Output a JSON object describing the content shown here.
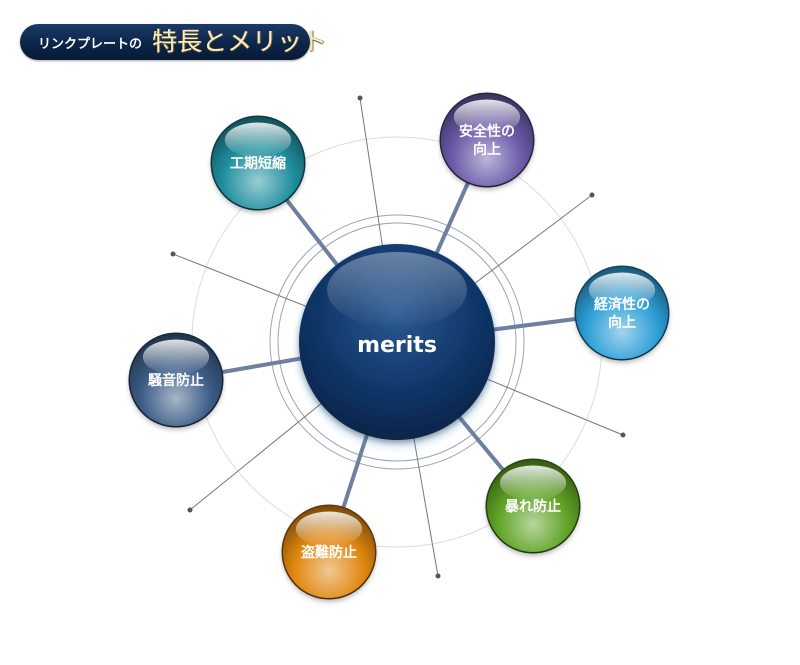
{
  "header": {
    "title_prefix": "リンクプレートの",
    "title_main": "特長とメリット"
  },
  "diagram": {
    "center_label": "merits",
    "nodes": [
      {
        "id": "koki",
        "lines": [
          "工期短縮"
        ],
        "color": "#1f8f9e"
      },
      {
        "id": "anzen",
        "lines": [
          "安全性の",
          "向上"
        ],
        "color": "#6a5aa8"
      },
      {
        "id": "keizai",
        "lines": [
          "経済性の",
          "向上"
        ],
        "color": "#2e9fd8"
      },
      {
        "id": "abare",
        "lines": [
          "暴れ防止"
        ],
        "color": "#5fa326"
      },
      {
        "id": "tonan",
        "lines": [
          "盗難防止"
        ],
        "color": "#e0860f"
      },
      {
        "id": "soon",
        "lines": [
          "騒音防止"
        ],
        "color": "#3c5c86"
      }
    ]
  }
}
